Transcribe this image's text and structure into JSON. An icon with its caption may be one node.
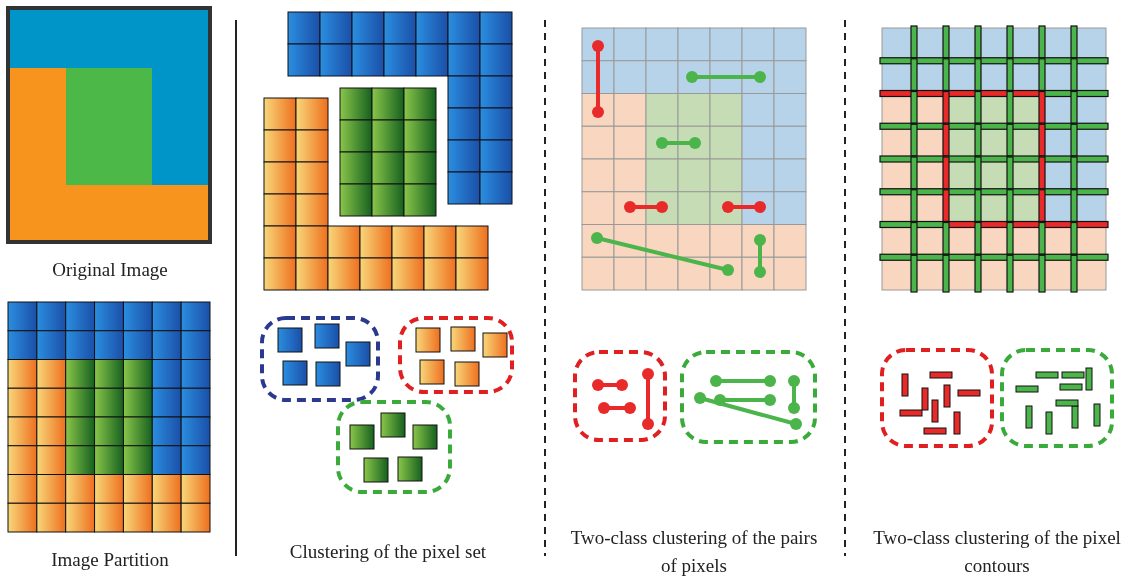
{
  "diagram": {
    "labels": [
      "Original Image",
      "Image Partition",
      "Clustering of the pixel set",
      "Two-class clustering of the pairs of pixels",
      "Two-class clustering of the pixel contours"
    ]
  }
}
